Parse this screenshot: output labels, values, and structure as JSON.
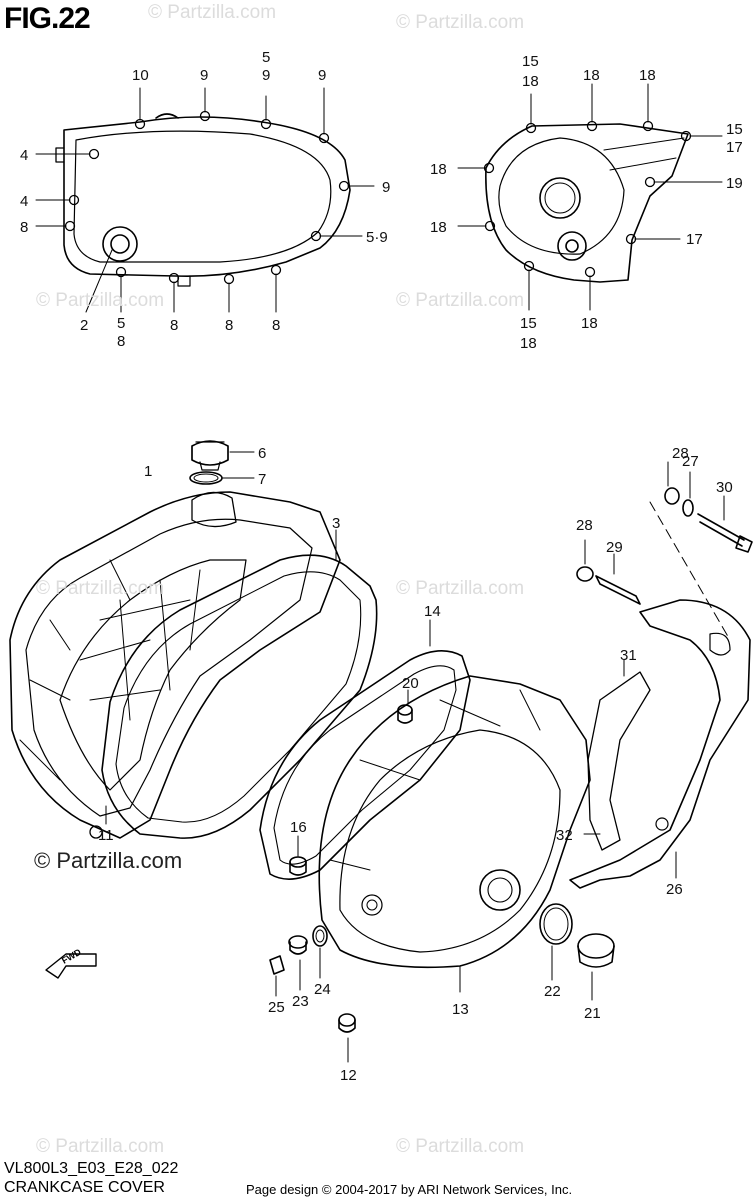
{
  "figure": {
    "title": "FIG.22",
    "copyright_main": "© Partzilla.com",
    "watermark": "© Partzilla.com",
    "code": "VL800L3_E03_E28_022",
    "name": "CRANKCASE COVER",
    "credit": "Page design © 2004-2017 by ARI Network Services, Inc.",
    "fwd_label": "FWD"
  },
  "callouts": {
    "top_left": [
      "10",
      "9",
      "5",
      "9",
      "9",
      "4",
      "9",
      "4",
      "5·9",
      "8",
      "2",
      "5",
      "8",
      "8",
      "8",
      "8"
    ],
    "top_right": [
      "15",
      "18",
      "18",
      "18",
      "15",
      "17",
      "18",
      "19",
      "18",
      "17",
      "15",
      "18",
      "18"
    ],
    "main": [
      "1",
      "6",
      "7",
      "3",
      "14",
      "20",
      "11",
      "16",
      "25",
      "23",
      "24",
      "13",
      "12",
      "28",
      "29",
      "27",
      "30",
      "31",
      "32",
      "22",
      "21",
      "26"
    ]
  }
}
